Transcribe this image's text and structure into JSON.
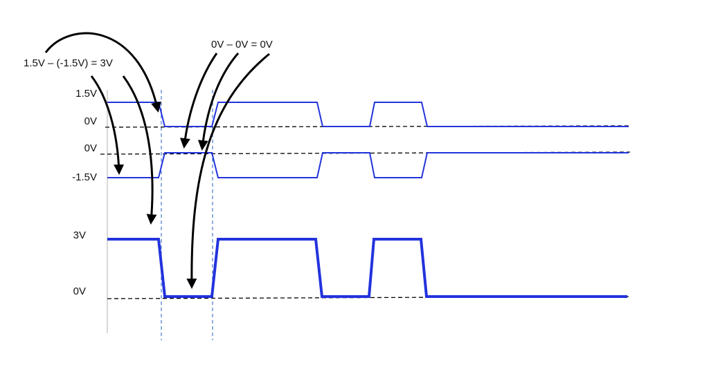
{
  "annotations": {
    "difference_high": "1.5V – (-1.5V) = 3V",
    "difference_low": "0V – 0V = 0V"
  },
  "axis_labels": {
    "top_high": "1.5V",
    "top_zero": "0V",
    "mid_zero": "0V",
    "mid_low": "-1.5V",
    "bottom_high": "3V",
    "bottom_zero": "0V"
  },
  "colors": {
    "signal": "#2233dd",
    "marker": "#4477cc",
    "arrow": "#000000"
  }
}
